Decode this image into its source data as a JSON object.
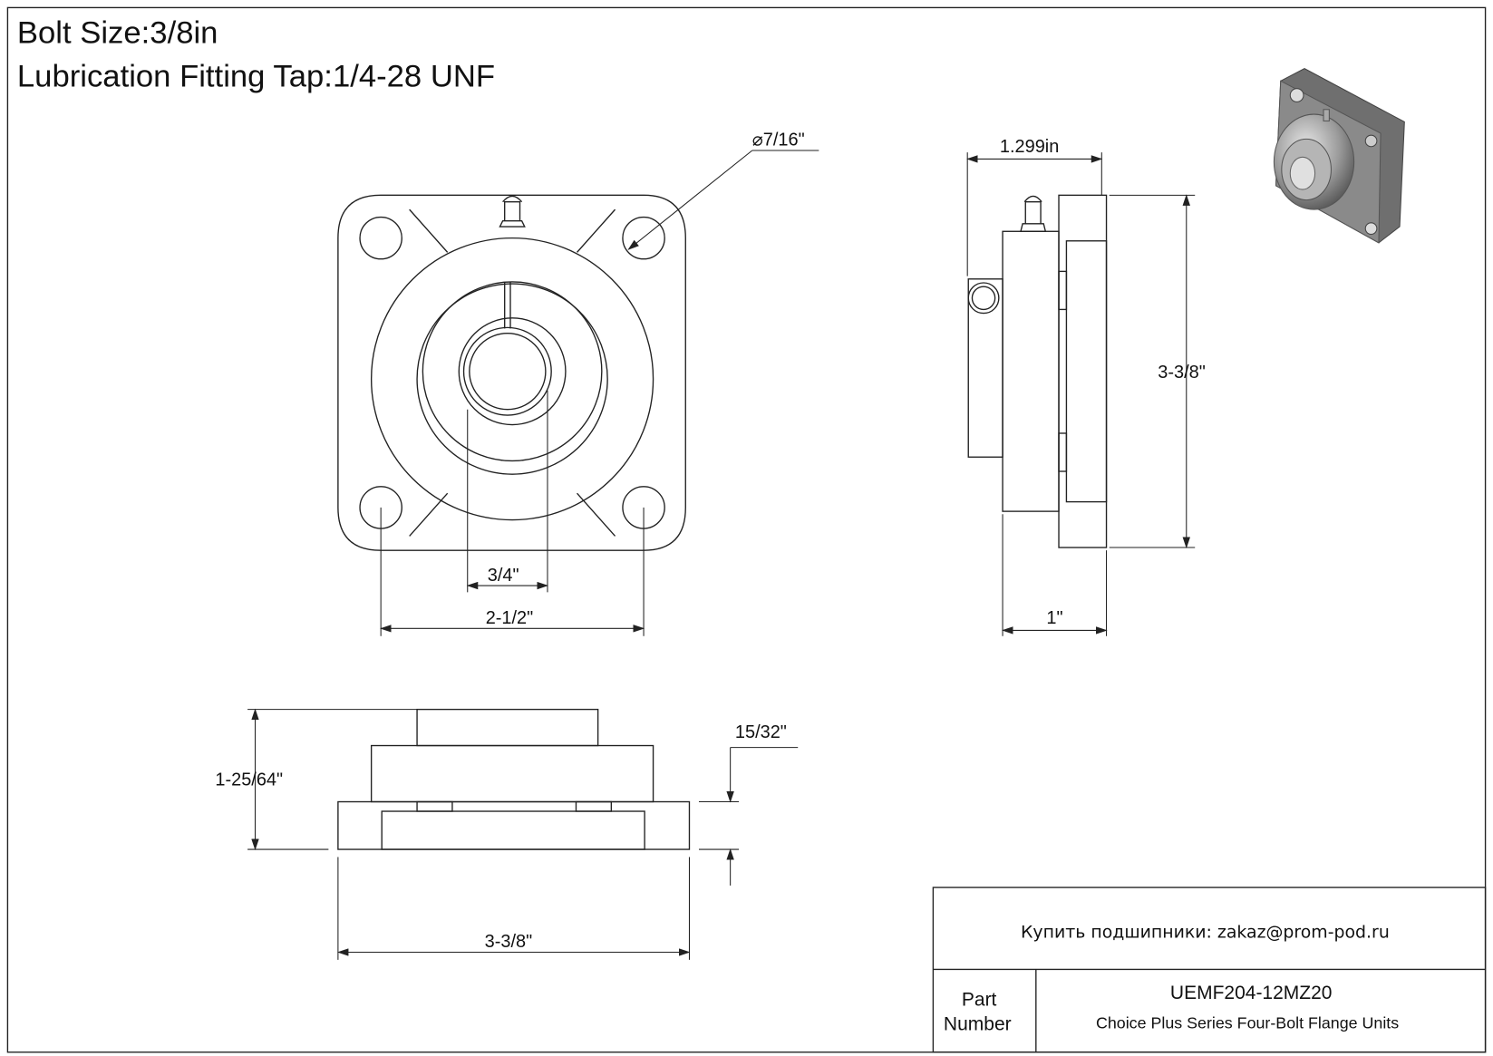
{
  "header": {
    "bolt_size": "Bolt Size:3/8in",
    "lubrication": "Lubrication Fitting Tap:1/4-28 UNF"
  },
  "front_view": {
    "hole_diameter": "⌀7/16\"",
    "bore": "3/4\"",
    "bolt_spacing": "2-1/2\""
  },
  "side_view": {
    "overall_length": "1.299in",
    "height": "3-3/8\"",
    "flange_width": "1\""
  },
  "bottom_view": {
    "height": "1-25/64\"",
    "flange_thickness": "15/32\"",
    "width": "3-3/8\""
  },
  "title_block": {
    "contact": "Купить подшипники: zakaz@prom-pod.ru",
    "part_label_1": "Part",
    "part_label_2": "Number",
    "part_number": "UEMF204-12MZ20",
    "description": "Choice Plus Series Four-Bolt Flange Units"
  },
  "icons": [
    "bearing-3d-render"
  ]
}
